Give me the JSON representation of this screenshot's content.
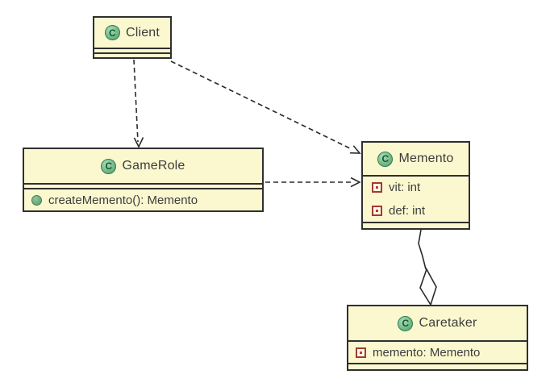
{
  "diagram": {
    "kind": "uml-class-diagram",
    "colors": {
      "background": "#ffffff",
      "node_fill": "#fbf8d0",
      "node_border": "#2f2f2f",
      "edge": "#2b2b2b",
      "text": "#3d3d3d",
      "class_icon_green": "#4ea06a",
      "field_icon_red": "#a03a32"
    },
    "class_icon": {
      "glyph": "C",
      "meaning": "class"
    },
    "classes": [
      {
        "name": "Client",
        "fields": [],
        "methods": []
      },
      {
        "name": "GameRole",
        "fields": [],
        "methods": [
          {
            "icon": "method-public-icon",
            "text": "createMemento(): Memento"
          }
        ]
      },
      {
        "name": "Memento",
        "fields": [
          {
            "icon": "field-private-icon",
            "text": "vit: int"
          },
          {
            "icon": "field-private-icon",
            "text": "def: int"
          }
        ],
        "methods": []
      },
      {
        "name": "Caretaker",
        "fields": [
          {
            "icon": "field-private-icon",
            "text": "memento: Memento"
          }
        ],
        "methods": []
      }
    ],
    "relations": [
      {
        "from": "Client",
        "to": "GameRole",
        "type": "dependency",
        "line": "dashed",
        "head": "open-arrow"
      },
      {
        "from": "Client",
        "to": "Memento",
        "type": "dependency",
        "line": "dashed",
        "head": "open-arrow"
      },
      {
        "from": "GameRole",
        "to": "Memento",
        "type": "dependency",
        "line": "dashed",
        "head": "open-arrow"
      },
      {
        "from": "Memento",
        "to": "Caretaker",
        "type": "aggregation",
        "line": "solid",
        "head": "hollow-diamond"
      }
    ]
  }
}
